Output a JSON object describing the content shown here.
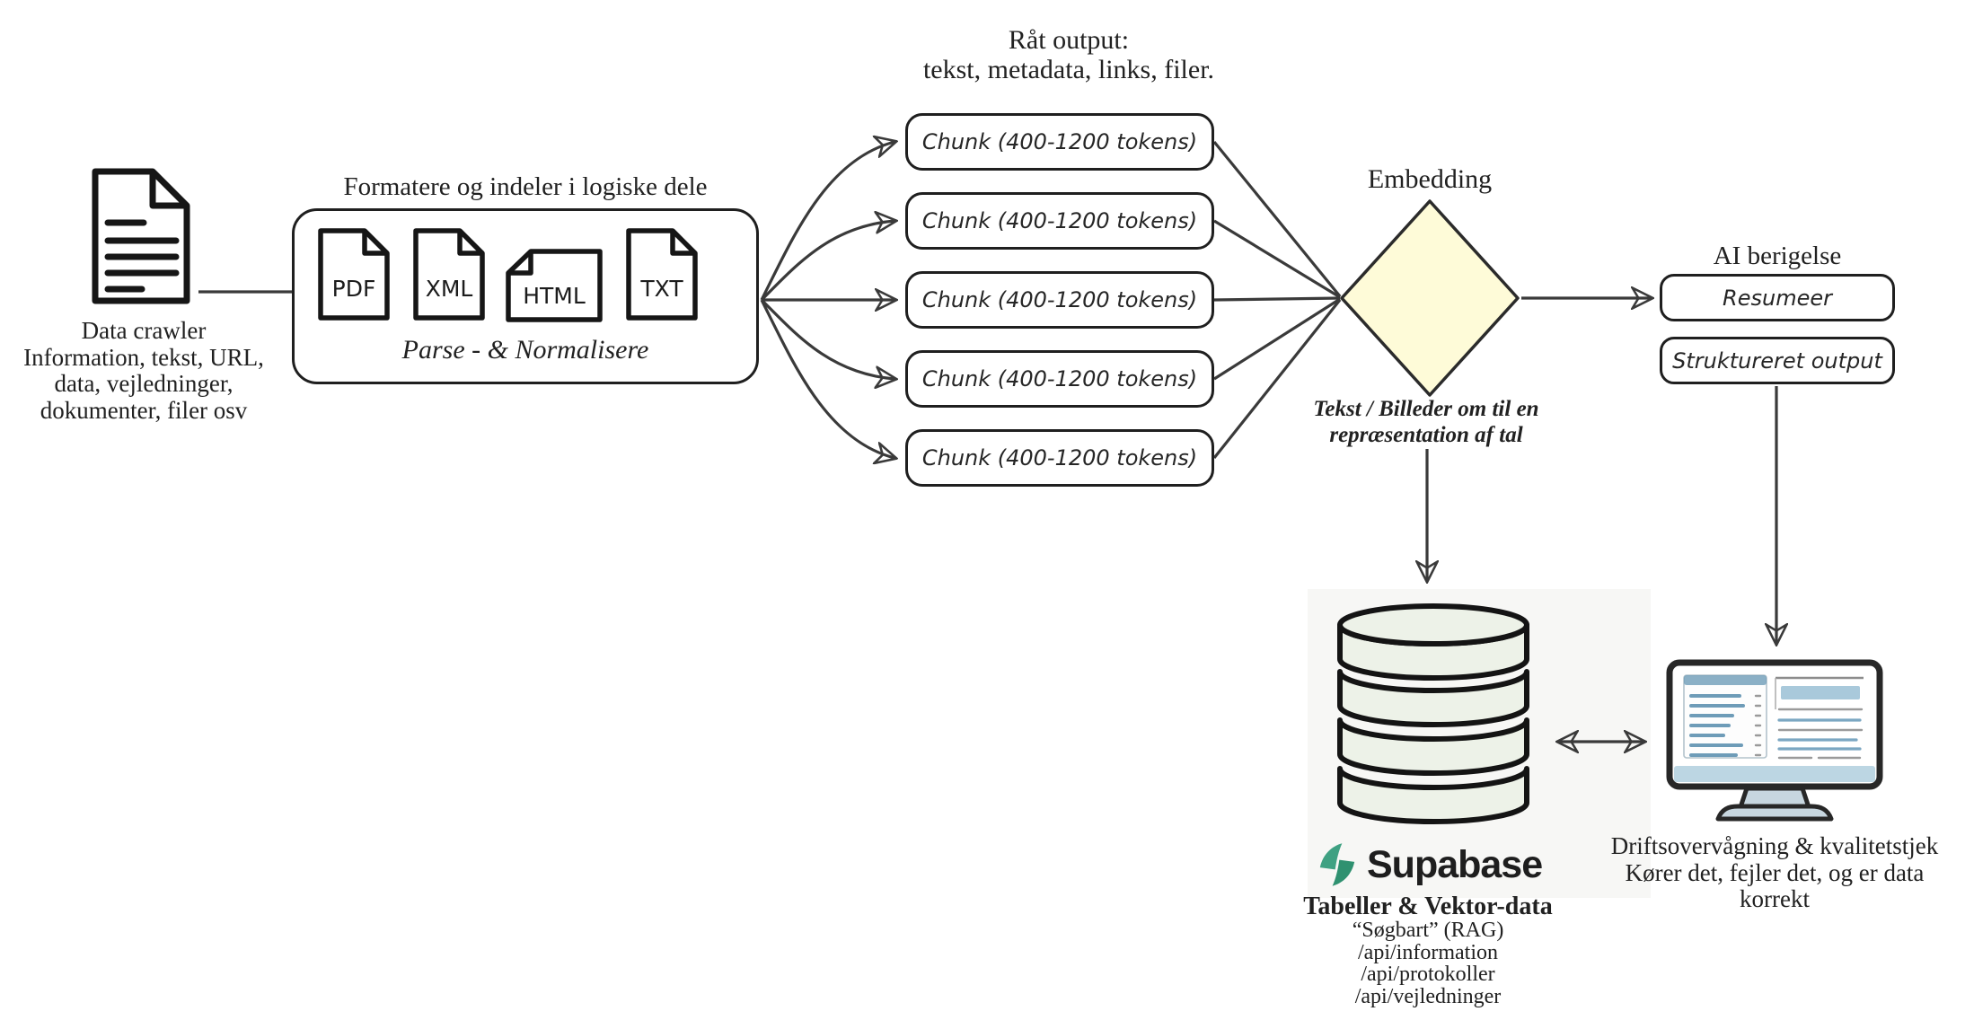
{
  "colors": {
    "line": "#3a3a3a",
    "box_border": "#1f1f1f",
    "diamond_fill": "#fefbd8",
    "db_fill": "#edf2e8",
    "db_stroke": "#141414",
    "backdrop": "#f7f7f5",
    "supabase_green_1": "#3fa182",
    "supabase_green_2": "#2f9170",
    "supabase_text": "#1e1e1e",
    "monitor_frame": "#272727",
    "monitor_blue": "#6e9cb8",
    "monitor_blue_light": "#bcd6e3",
    "monitor_stand": "#c7d6df",
    "text": "#212121"
  },
  "source": {
    "caption_lines": [
      "Data crawler",
      "Information, tekst, URL,",
      "data, vejledninger,",
      "dokumenter, filer osv"
    ]
  },
  "formatter": {
    "title": "Formatere og indeler i logiske dele",
    "file_types": [
      "PDF",
      "XML",
      "HTML",
      "TXT"
    ],
    "subtitle": "Parse - & Normalisere"
  },
  "raw_output": {
    "lines": [
      "Råt output:",
      "tekst, metadata, links, filer."
    ]
  },
  "chunks": {
    "items": [
      "Chunk (400-1200 tokens)",
      "Chunk (400-1200 tokens)",
      "Chunk (400-1200 tokens)",
      "Chunk (400-1200 tokens)",
      "Chunk (400-1200 tokens)"
    ]
  },
  "embedding": {
    "title": "Embedding",
    "caption_lines": [
      "Tekst / Billeder om til en",
      "repræsentation af tal"
    ]
  },
  "ai_enrichment": {
    "title": "AI berigelse",
    "boxes": [
      "Resumeer",
      "Struktureret output"
    ]
  },
  "database": {
    "brand": "Supabase",
    "caption_title": "Tabeller & Vektor-data",
    "caption_lines": [
      "“Søgbart” (RAG)",
      "/api/information",
      "/api/protokoller",
      "/api/vejledninger"
    ]
  },
  "monitoring": {
    "caption_lines": [
      "Driftsovervågning & kvalitetstjek",
      "Kører det, fejler det, og er data korrekt"
    ]
  }
}
